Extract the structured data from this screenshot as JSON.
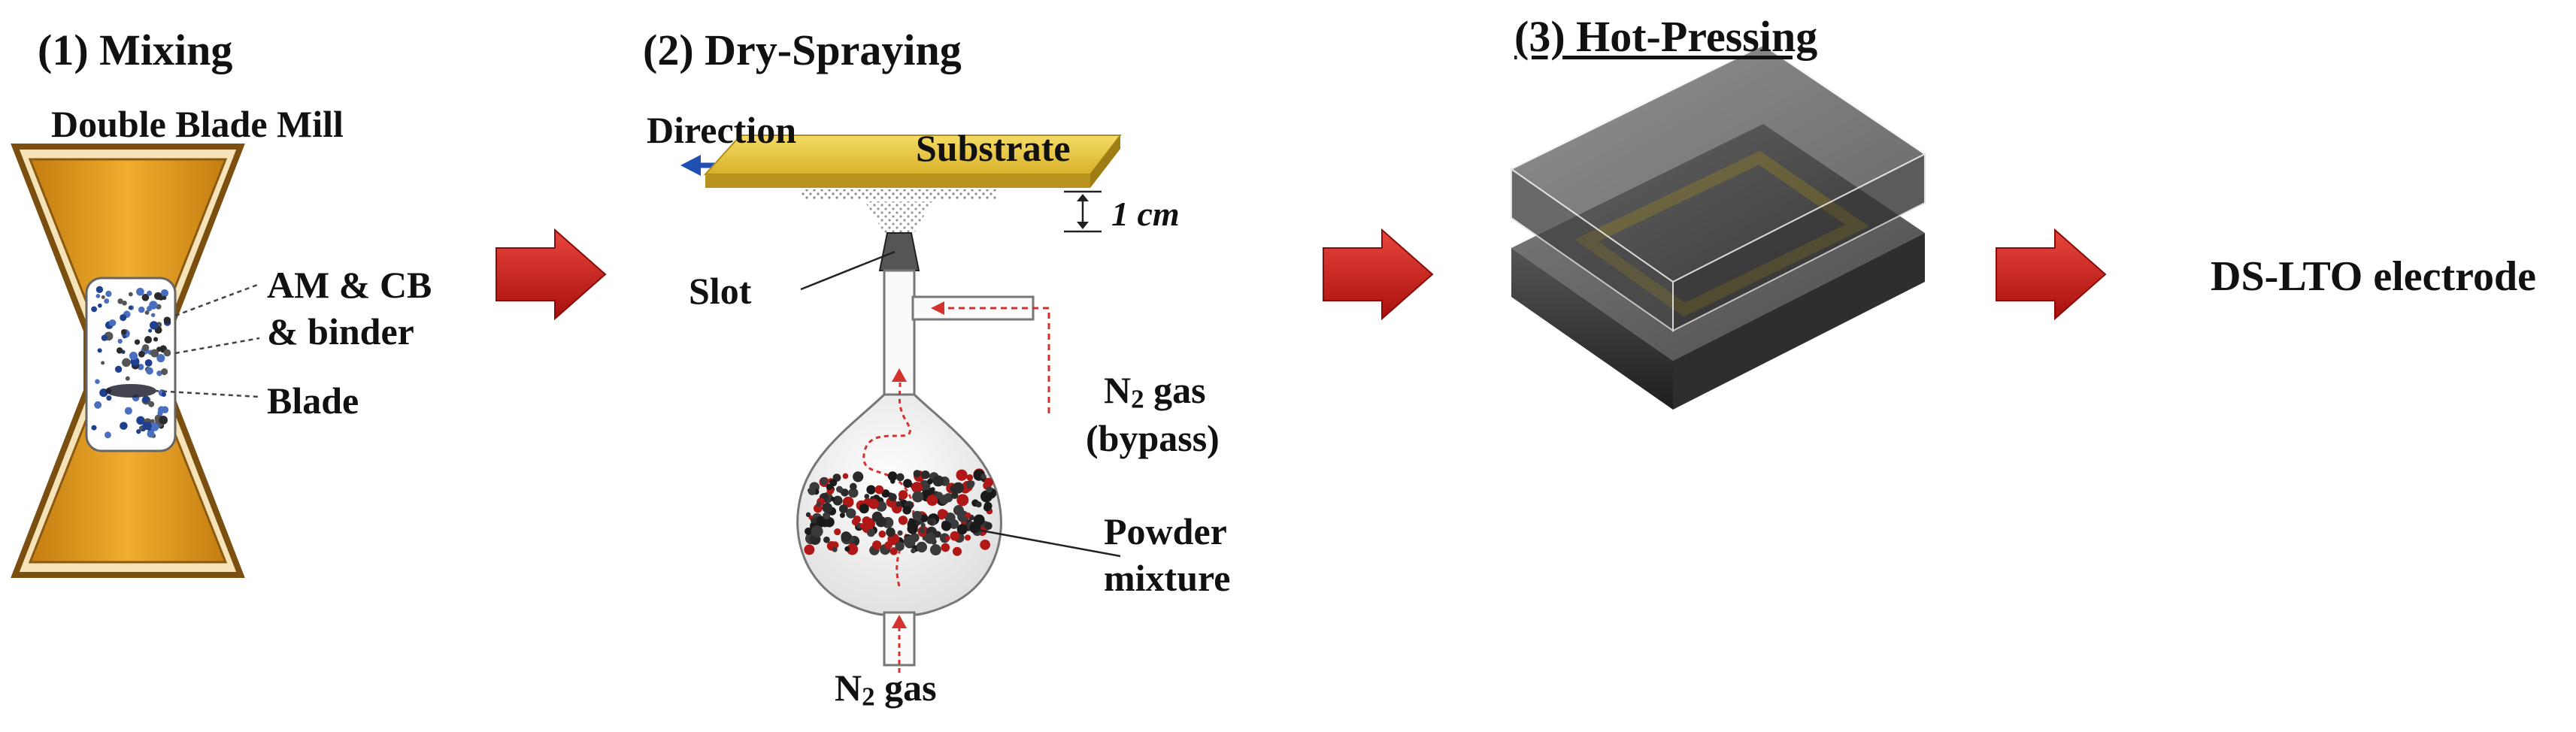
{
  "colors": {
    "mill_orange": "#e09a1e",
    "substrate_gold": "#e3c238",
    "arrow_red": "#c81a16",
    "direction_blue": "#1f4fb0",
    "gas_flow_red": "#d4322d",
    "press_dark": "#3a3a3a",
    "electrode_gold": "#c9b02a"
  },
  "icons": {
    "process_arrow": "right-arrow-icon",
    "direction": "double-arrow-icon"
  },
  "steps": [
    {
      "title": "(1) Mixing",
      "equipment": "Double Blade Mill",
      "contents_line1": "AM & CB",
      "contents_line2": "& binder",
      "part": "Blade"
    },
    {
      "title": "(2) Dry-Spraying",
      "direction": "Direction",
      "substrate": "Substrate",
      "gap": "1 cm",
      "slot": "Slot",
      "bypass_gas": "N",
      "bypass_gas_sub": "2",
      "bypass_gas_rest": " gas",
      "bypass_note": "(bypass)",
      "powder_line1": "Powder",
      "powder_line2": "mixture",
      "inlet_gas": "N",
      "inlet_gas_sub": "2",
      "inlet_gas_rest": " gas"
    },
    {
      "title": "(3) Hot-Pressing"
    }
  ],
  "result": "DS-LTO electrode"
}
